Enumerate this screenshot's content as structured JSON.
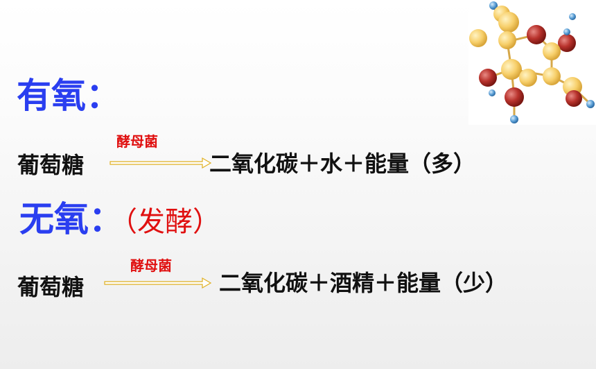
{
  "aerobic": {
    "heading": "有氧：",
    "reactant": "葡萄糖",
    "catalyst": "酵母菌",
    "products": "二氧化碳＋水＋能量（多）"
  },
  "anaerobic": {
    "heading": "无氧：",
    "note": "（发酵）",
    "reactant": "葡萄糖",
    "catalyst": "酵母菌",
    "products": "二氧化碳＋酒精＋能量（少）"
  },
  "image": {
    "icon": "glucose-molecule-icon"
  },
  "colors": {
    "heading": "#2a3ef0",
    "catalyst": "#e01010",
    "text": "#111111",
    "arrow_stroke": "#e0b020"
  }
}
